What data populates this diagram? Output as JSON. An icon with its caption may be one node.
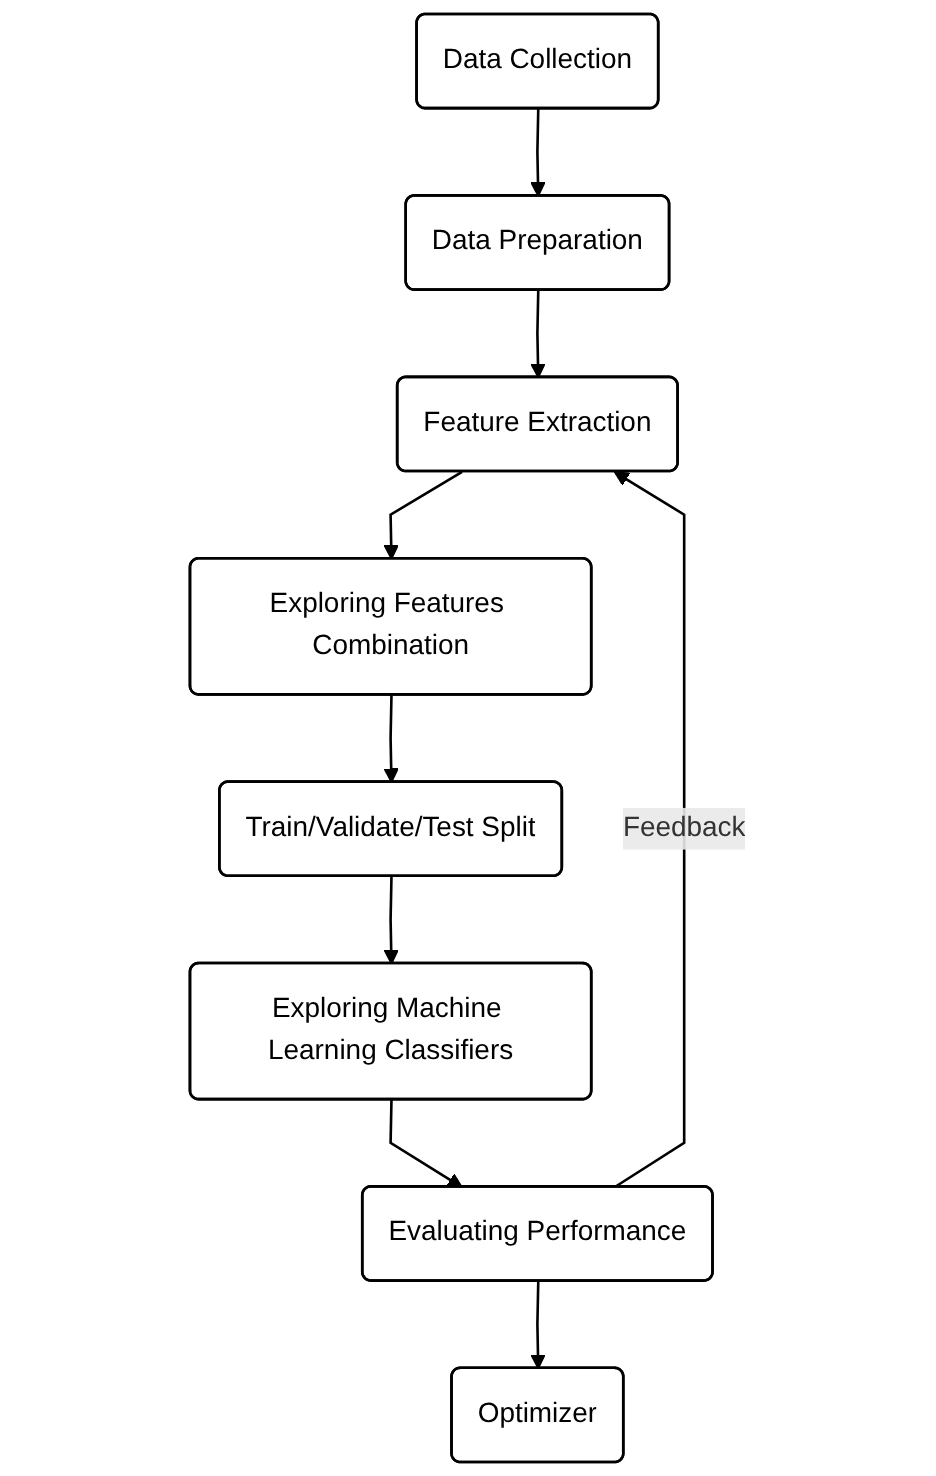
{
  "diagram": {
    "nodes": [
      {
        "text": [
          "Data Collection"
        ]
      },
      {
        "text": [
          "Data Preparation"
        ]
      },
      {
        "text": [
          "Feature Extraction"
        ]
      },
      {
        "text": [
          "Exploring Features Combination"
        ]
      },
      {
        "text": [
          "Train/Validate/Test Split"
        ]
      },
      {
        "text": [
          "Exploring Machine Learning Classifiers"
        ]
      },
      {
        "text": [
          "Evaluating Performance"
        ]
      },
      {
        "text": [
          "Optimizer"
        ]
      }
    ],
    "edges": [
      {
        "from": 0,
        "to": 1,
        "arrow": "to"
      },
      {
        "from": 1,
        "to": 2,
        "arrow": "to"
      },
      {
        "from": 2,
        "to": 3,
        "arrow": "to"
      },
      {
        "from": 3,
        "to": 4,
        "arrow": "to"
      },
      {
        "from": 4,
        "to": 5,
        "arrow": "to"
      },
      {
        "from": 5,
        "to": 6,
        "arrow": "to"
      },
      {
        "from": 6,
        "to": 2,
        "label": "Feedback",
        "arrow": "to"
      },
      {
        "from": 6,
        "to": 7,
        "arrow": "to"
      }
    ]
  }
}
